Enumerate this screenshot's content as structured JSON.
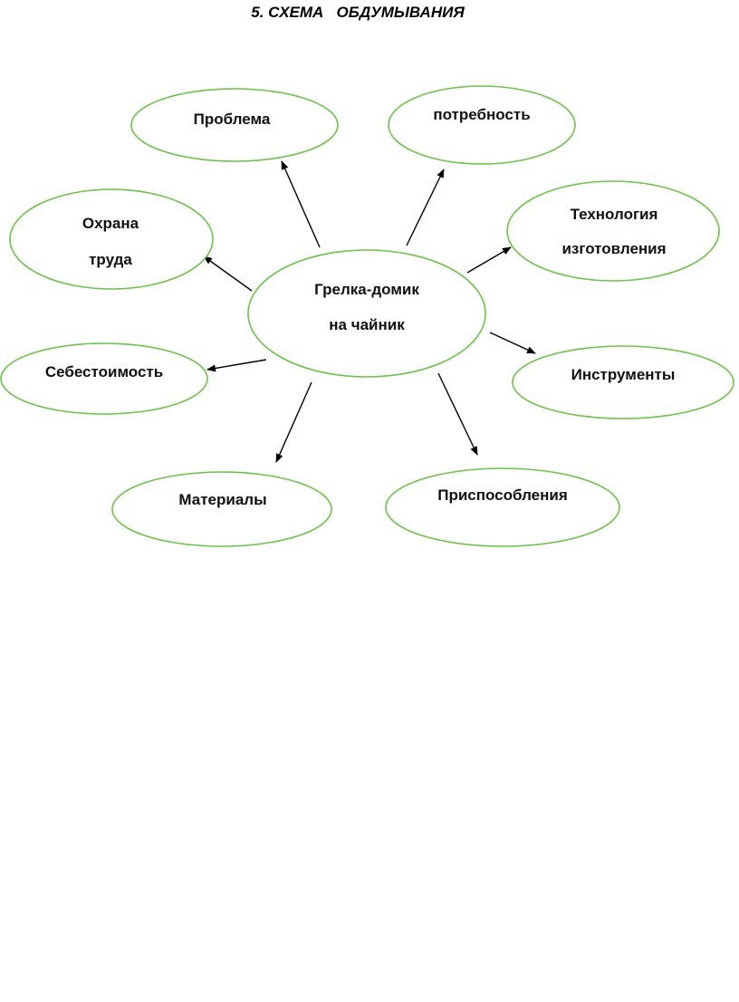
{
  "title": "5. СХЕМА   ОБДУМЫВАНИЯ",
  "colors": {
    "ellipse_stroke": "#6cc24a",
    "arrow": "#000000",
    "text": "#111111"
  },
  "center": {
    "lines": [
      "Грелка-домик",
      "на чайник"
    ]
  },
  "nodes": [
    {
      "key": "problema",
      "lines": [
        "Проблема"
      ]
    },
    {
      "key": "potrebnost",
      "lines": [
        "потребность"
      ]
    },
    {
      "key": "tehnologiya",
      "lines": [
        "Технология",
        "изготовления"
      ]
    },
    {
      "key": "instrumenty",
      "lines": [
        "Инструменты"
      ]
    },
    {
      "key": "prisposobleniya",
      "lines": [
        "Приспособления"
      ]
    },
    {
      "key": "materialy",
      "lines": [
        "Материалы"
      ]
    },
    {
      "key": "sebestoimost",
      "lines": [
        "Себестоимость"
      ]
    },
    {
      "key": "ohrana",
      "lines": [
        "Охрана",
        "труда"
      ]
    }
  ]
}
